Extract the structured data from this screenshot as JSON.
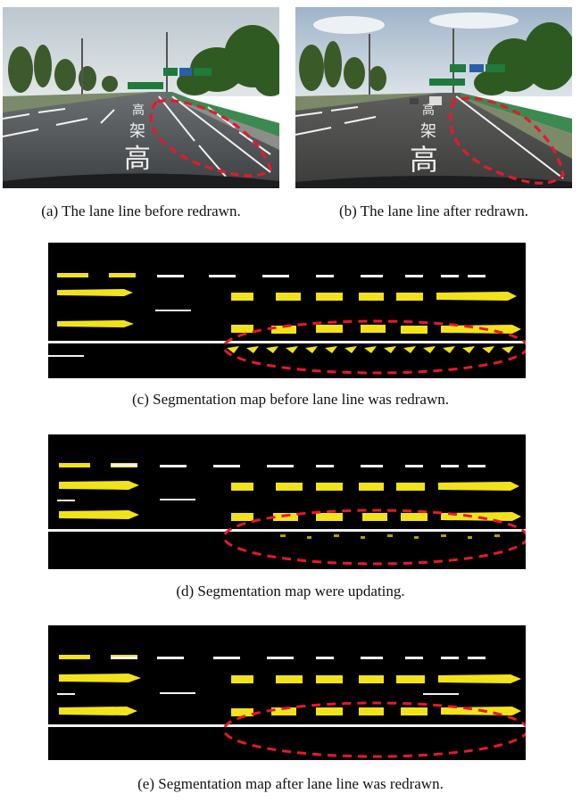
{
  "captions": {
    "a": "(a) The lane line before redrawn.",
    "b": "(b) The lane line after redrawn.",
    "c": "(c) Segmentation map before lane line was redrawn.",
    "d": "(d) Segmentation map were updating.",
    "e": "(e) Segmentation map after lane line was redrawn."
  },
  "road_marking_text": [
    "高",
    "架",
    "高"
  ],
  "colors": {
    "annotation_dash": "#e8182a",
    "lane_yellow": "#f2e21a",
    "lane_white": "#f2f2f2",
    "seg_background": "#000000"
  }
}
